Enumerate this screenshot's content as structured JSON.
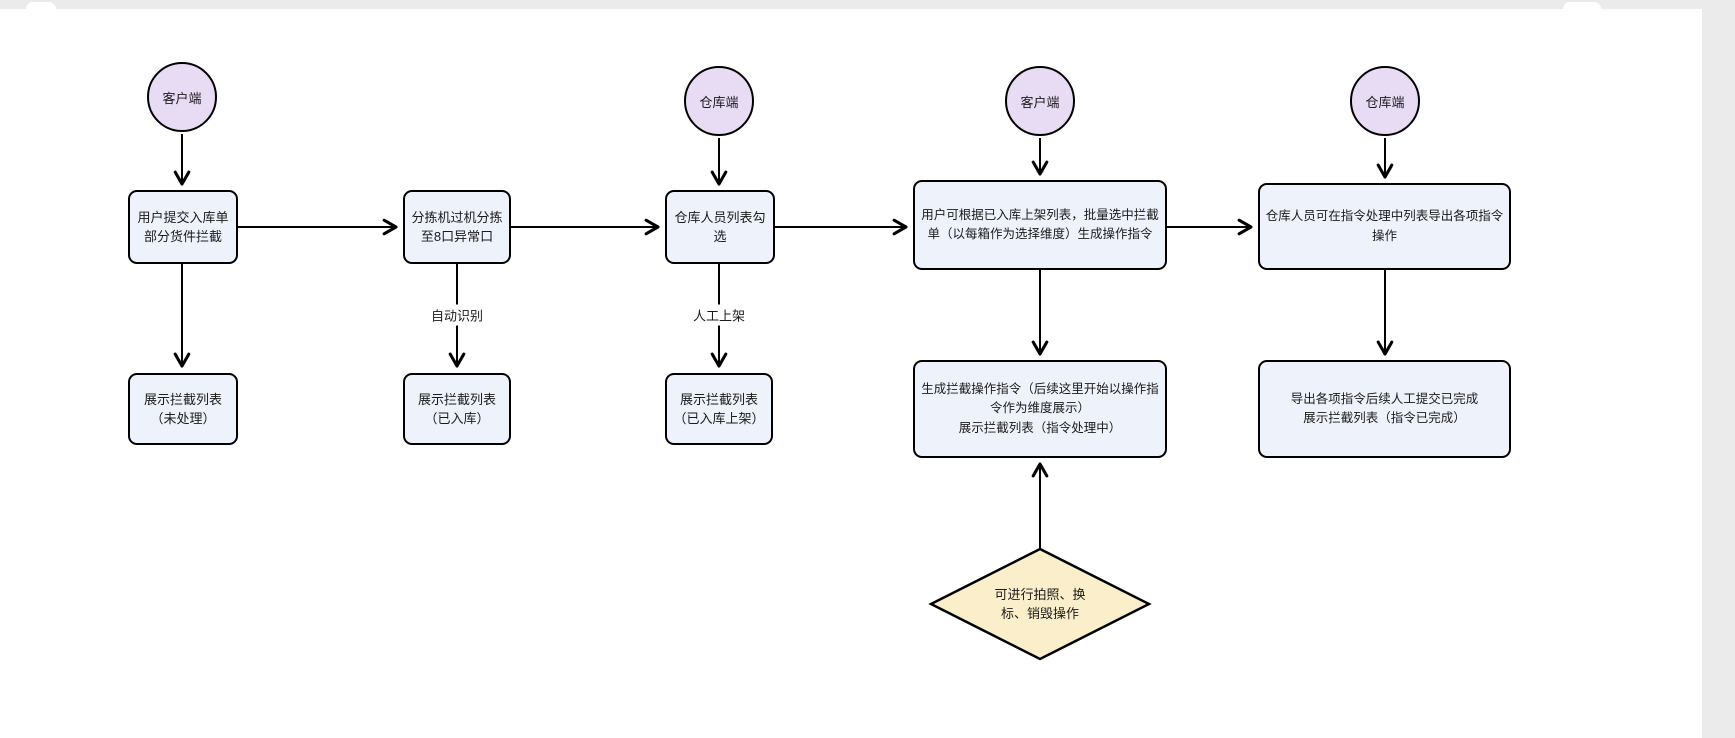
{
  "palette": {
    "circle_fill": "#e8dcf5",
    "box_fill": "#eef2fb",
    "diamond_fill": "#fbeecb",
    "stroke": "#000000"
  },
  "nodes": {
    "circle_client_1": {
      "label": "客户端"
    },
    "circle_warehouse_1": {
      "label": "仓库端"
    },
    "circle_client_2": {
      "label": "客户端"
    },
    "circle_warehouse_2": {
      "label": "仓库端"
    },
    "box_submit": {
      "label": "用户提交入库单\n部分货件拦截"
    },
    "box_unprocessed": {
      "label": "展示拦截列表\n（未处理）"
    },
    "box_sorter": {
      "label": "分拣机过机分拣\n至8口异常口"
    },
    "box_inbound": {
      "label": "展示拦截列表\n（已入库）"
    },
    "box_warehouse_check": {
      "label": "仓库人员列表勾\n选"
    },
    "box_shelved": {
      "label": "展示拦截列表\n（已入库上架）"
    },
    "box_batch_select": {
      "label": "用户可根据已入库上架列表，批量选中拦截\n单（以每箱作为选择维度）生成操作指令"
    },
    "box_generate": {
      "label": "生成拦截操作指令（后续这里开始以操作指\n令作为维度展示）\n展示拦截列表（指令处理中）"
    },
    "diamond_ops": {
      "label": "可进行拍照、换\n标、销毁操作"
    },
    "box_export": {
      "label": "仓库人员可在指令处理中列表导出各项指令\n操作"
    },
    "box_done": {
      "label": "导出各项指令后续人工提交已完成\n展示拦截列表（指令已完成）"
    }
  },
  "edge_labels": {
    "auto_identify": "自动识别",
    "manual_shelve": "人工上架"
  }
}
